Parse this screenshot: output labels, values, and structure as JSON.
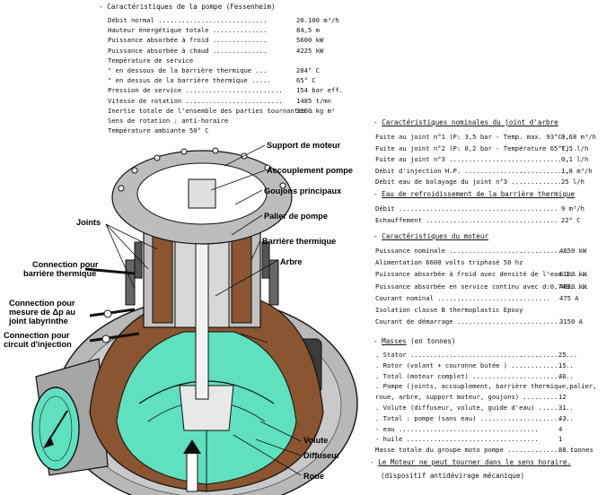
{
  "pump": {
    "title_prefix": "- ",
    "title": "Caractéristiques de la pompe",
    "title_suffix": " (Fessenheim)",
    "rows": [
      {
        "label": "Débit normal ............................",
        "value": "20.100 m³/h"
      },
      {
        "label": "Hauteur énergétique totale ..............",
        "value": "84,5 m"
      },
      {
        "label": "Puissance absorbée à froid ..............",
        "value": "5600 kW"
      },
      {
        "label": "Puissance absorbée à chaud ..............",
        "value": "4225 kW"
      },
      {
        "label": "Température de service",
        "value": ""
      },
      {
        "label": "   \"     en dessous de la barrière thermique ...",
        "value": "284° C"
      },
      {
        "label": "   \"     en dessus de la barrière thermique .....",
        "value": "65° C"
      },
      {
        "label": "Pression de service .........................",
        "value": "154 bar eff."
      },
      {
        "label": "Vitesse de rotation .........................",
        "value": "1485 t/mn"
      },
      {
        "label": "Inertie totale de l'ensemble des parties tournantes .",
        "value": "3160 kg m²"
      },
      {
        "label": "Sens de rotation : anti-horaire",
        "value": ""
      },
      {
        "label": "Température ambiante 50° C",
        "value": ""
      }
    ]
  },
  "seal": {
    "title_prefix": "- ",
    "title": "Caractéristiques nominales du joint d'arbre",
    "rows": [
      {
        "label": "Fuite au joint n°1 (P: 3,5 bar - Temp. max.  93°C)..",
        "value": "0,68 m³/h"
      },
      {
        "label": "Fuite au joint n°2 (P: 0,2 bar - Température  65°C)..",
        "value": "7,5 l/h"
      },
      {
        "label": "Fuite au joint n°3 ...............................",
        "value": "0,1 l/h"
      },
      {
        "label": "Débit d'injection H.P. ...........................",
        "value": "1,8 m³/h"
      },
      {
        "label": "Débit eau de balayage du joint n°3 .............",
        "value": "25 l/h"
      }
    ]
  },
  "cooling": {
    "title_prefix": "- ",
    "title": "Eau de refroidissement de la barrière thermique",
    "rows": [
      {
        "label": "Débit .........................................",
        "value": "9 m³/h"
      },
      {
        "label": "Echauffement ..................................",
        "value": "22° C"
      }
    ]
  },
  "motor": {
    "title_prefix": "- ",
    "title": "Caractéristiques du moteur",
    "rows": [
      {
        "label": "Puissance nominale ...............................",
        "value": "4650 kW"
      },
      {
        "label": "Alimentation 6600 volts triphasé 50 hz",
        "value": ""
      },
      {
        "label": "Puissance absorbée à froid avec densité de l'eau:1.....",
        "value": "6100 kW"
      },
      {
        "label": "Puissance absorbée en service continu avec d:0,748.....",
        "value": "4630 kW"
      },
      {
        "label": "Courant nominal .............................",
        "value": "475 A"
      },
      {
        "label": "Isolation classe B thermoplastic Epoxy",
        "value": ""
      },
      {
        "label": "Courant de démarrage ...........................",
        "value": "3150 A"
      }
    ]
  },
  "masses": {
    "title_prefix": "- ",
    "title": "Masses",
    "title_suffix": "  (en tonnes)",
    "rows": [
      {
        "label": ". Stator ...........................................",
        "value": "25"
      },
      {
        "label": ". Rotor (volant + couronne butée ) ................",
        "value": "15"
      },
      {
        "label": ". Total (moteur complet) ..........................",
        "value": "40"
      },
      {
        "label": ". Pompe (joints, accouplement, barrière thermique,palier,",
        "value": ""
      },
      {
        "label": "        roue, arbre, support moteur, goujons) .........",
        "value": "12"
      },
      {
        "label": ". Volute (diffuseur, volute, guide d'eau) .........",
        "value": "31"
      },
      {
        "label": ". Total : pompe (sans eau) ........................",
        "value": "43"
      },
      {
        "label": "          - eau ....................................",
        "value": "4"
      },
      {
        "label": "          - huile ..................................",
        "value": "1"
      },
      {
        "label": "Masse totale du groupe moto pompe ...................",
        "value": "88 tonnes"
      }
    ]
  },
  "notes": {
    "line1_prefix": "- ",
    "line1": "Le Moteur ne peut tourner dans le sens horaire.",
    "line2": "(dispositif antidévirage mécanique)"
  },
  "callouts": {
    "support_moteur": "Support de moteur",
    "accouplement_pompe": "Accouplement pompe",
    "goujons": "Goujons principaux",
    "palier": "Palier de pompe",
    "barriere": "Barrière thermique",
    "arbre": "Arbre",
    "joints": "Joints",
    "conn_barriere_1": "Connection pour",
    "conn_barriere_2": "barrière thermique",
    "conn_mesure_1": "Connection pour",
    "conn_mesure_2": "mesure de   Δp au",
    "conn_mesure_3": "joint labyrinthe",
    "conn_injection_1": "Connection pour",
    "conn_injection_2": "circuit d'injection",
    "volute": "Volute",
    "diffuseur": "Diffuseur",
    "roue": "Roue"
  },
  "colors": {
    "flow": "#5fe0bf",
    "casing": "#b5b5b5",
    "brown": "#7a4a26",
    "ink": "#111111"
  }
}
